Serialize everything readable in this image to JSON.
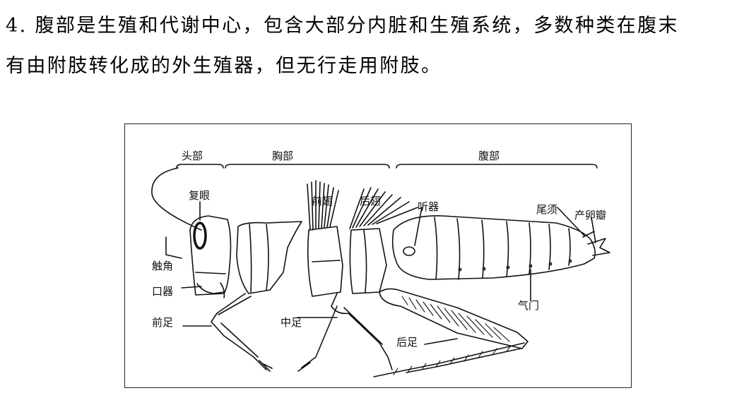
{
  "paragraph": {
    "line1": "4. 腹部是生殖和代谢中心，包含大部分内脏和生殖系统，多数种类在腹末",
    "line2": "有由附肢转化成的外生殖器，但无行走用附肢。"
  },
  "figure": {
    "regions": {
      "head": "头部",
      "thorax": "胸部",
      "abdomen": "腹部"
    },
    "labels": {
      "compound_eye": "复眼",
      "forewing": "前翅",
      "hindwing": "后翅",
      "tympanum": "听器",
      "cercus": "尾须",
      "ovipositor": "产卵瓣",
      "antenna": "触角",
      "mouthparts": "口器",
      "foreleg": "前足",
      "midleg": "中足",
      "spiracle": "气门",
      "hindleg": "后足"
    }
  }
}
